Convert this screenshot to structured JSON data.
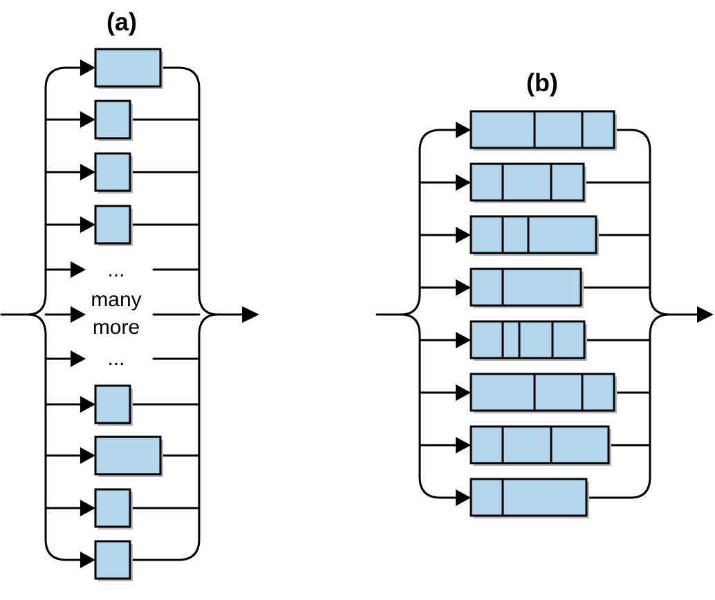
{
  "diagram": {
    "panel_a": {
      "label": "(a)",
      "ellipsis_top": "...",
      "many_line1": "many",
      "many_line2": "more",
      "ellipsis_bottom": "...",
      "boxes": [
        {
          "segments": 1,
          "size": "wide"
        },
        {
          "segments": 1,
          "size": "small"
        },
        {
          "segments": 1,
          "size": "small"
        },
        {
          "segments": 1,
          "size": "small"
        },
        {
          "segments": 1,
          "size": "small"
        },
        {
          "segments": 1,
          "size": "wide"
        },
        {
          "segments": 1,
          "size": "small"
        },
        {
          "segments": 1,
          "size": "small"
        }
      ]
    },
    "panel_b": {
      "label": "(b)",
      "records": [
        {
          "segments": 3
        },
        {
          "segments": 3
        },
        {
          "segments": 3
        },
        {
          "segments": 2
        },
        {
          "segments": 4
        },
        {
          "segments": 3
        },
        {
          "segments": 3
        },
        {
          "segments": 2
        }
      ]
    },
    "colors": {
      "box_fill": "#b3d6ec",
      "stroke": "#000000",
      "shadow": "#b8b8b8"
    }
  }
}
